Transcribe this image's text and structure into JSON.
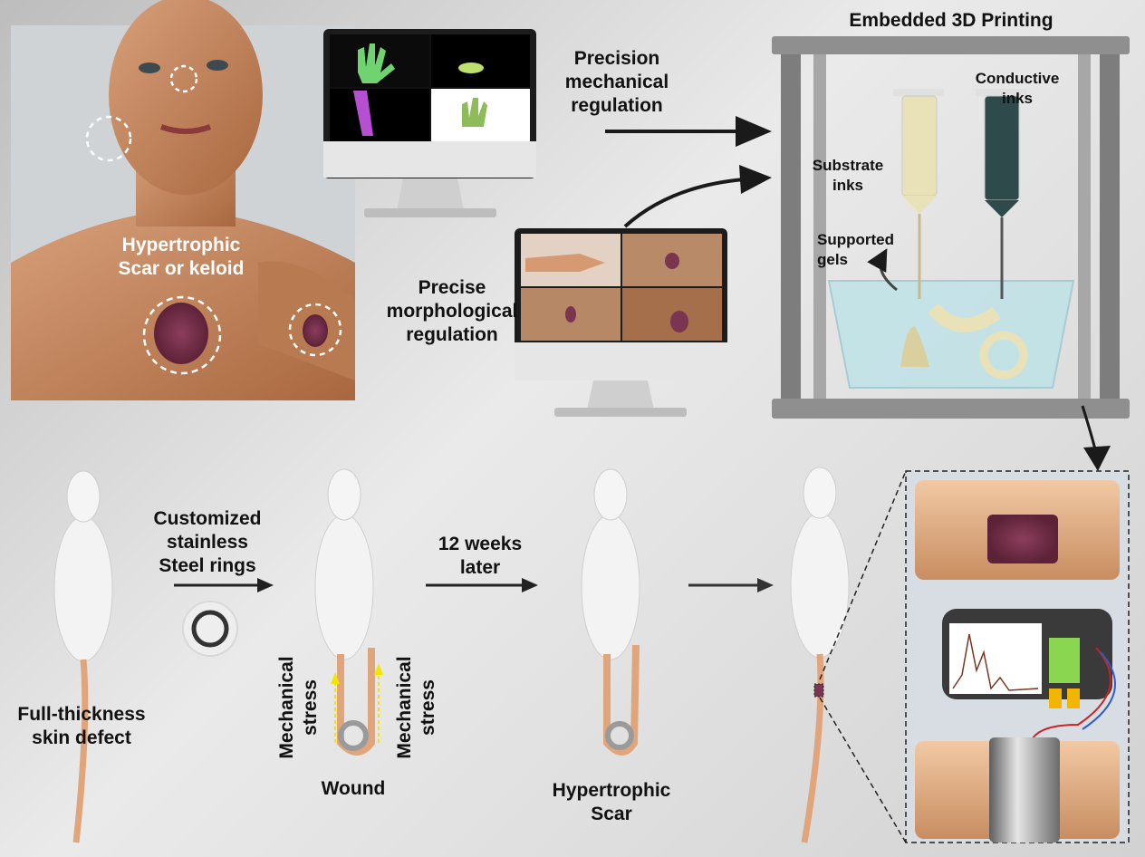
{
  "labels": {
    "hypertrophic_scar_keloid": "Hypertrophic Scar  or keloid",
    "precision_mech": "Precision mechanical regulation",
    "precise_morph": "Precise morphological regulation",
    "embedded_3d": "Embedded 3D Printing",
    "conductive_inks": "Conductive inks",
    "substrate_inks": "Substrate inks",
    "supported_gels": "Supported gels",
    "customized_rings": "Customized stainless Steel rings",
    "weeks_later": "12 weeks later",
    "full_thickness": "Full-thickness skin defect",
    "mech_stress_left": "Mechanical stress",
    "mech_stress_right": "Mechanical stress",
    "wound": "Wound",
    "hypertrophic_scar": "Hypertrophic Scar"
  },
  "colors": {
    "skin": "#c98e62",
    "scar": "#7a3550",
    "frame": "#8f8f8f",
    "gel": "#bfe3e8",
    "substrate_ink": "#e9e2b8",
    "conductive_ink": "#2f4a4a",
    "arrow": "#1a1a1a",
    "stress_arrow": "#f2e600"
  }
}
